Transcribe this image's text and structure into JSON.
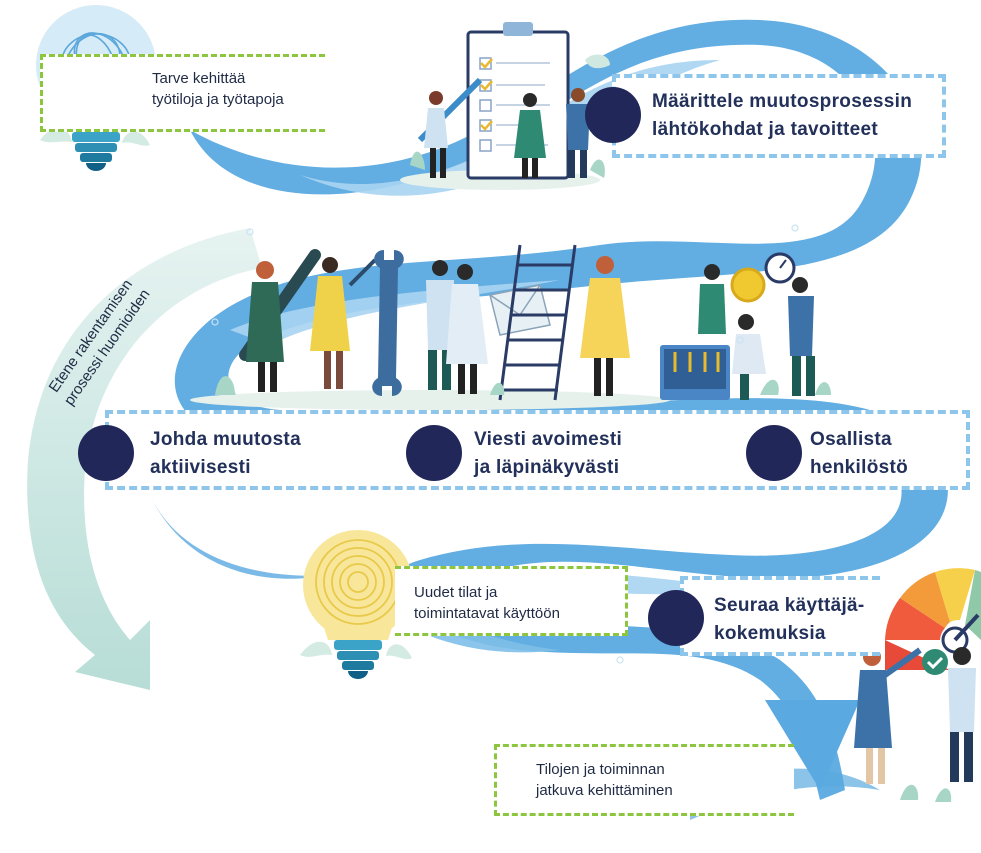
{
  "diagram": {
    "steps": [
      {
        "id": "need",
        "text": "Tarve kehittää\ntyötiloja ja työtapoja"
      },
      {
        "id": "define",
        "text": "Määrittele muutosprosessin\nlähtökohdat ja tavoitteet"
      },
      {
        "id": "lead",
        "text": "Johda muutosta\naktiivisesti"
      },
      {
        "id": "communicate",
        "text": "Viesti avoimesti\nja läpinäkyvästi"
      },
      {
        "id": "involve",
        "text": "Osallista\nhenkilöstö"
      },
      {
        "id": "new-spaces",
        "text": "Uudet tilat ja\ntoimintatavat käyttöön"
      },
      {
        "id": "follow",
        "text": "Seuraa käyttäjä-\nkokemuksia"
      },
      {
        "id": "continuous",
        "text": "Tilojen ja toiminnan\njatkuva kehittäminen"
      }
    ],
    "side_arrow_label": "Etene rakentamisen\nprosessi huomioiden",
    "colors": {
      "river": "#5aa9e0",
      "river_light": "#a9d4f2",
      "side_arrow": "#cfe8e4",
      "dot": "#22275a",
      "green_dash": "#8cc63f",
      "blue_dash": "#8ec5ea"
    },
    "icons": [
      "lightbulb-tangled-icon",
      "checklist-people-icon",
      "team-tools-icon",
      "lightbulb-spiral-icon",
      "gauge-people-icon"
    ]
  }
}
